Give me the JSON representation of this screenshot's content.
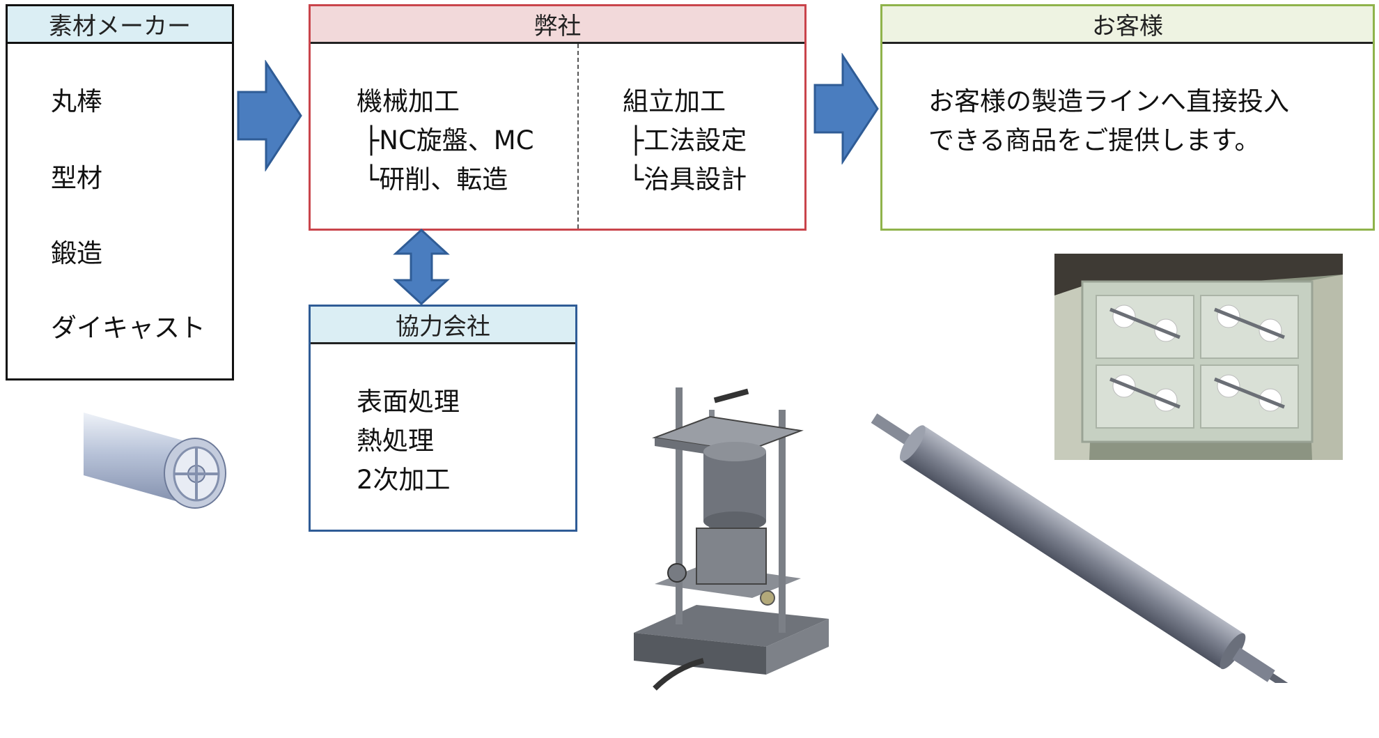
{
  "supplier": {
    "header": "素材メーカー",
    "items": [
      "丸棒",
      "型材",
      "鍛造",
      "ダイキャスト"
    ]
  },
  "company": {
    "header": "弊社",
    "machining": [
      "機械加工",
      "├NC旋盤、MC",
      "└研削、転造"
    ],
    "assembly": [
      "組立加工",
      "├工法設定",
      "└治具設計"
    ]
  },
  "customer": {
    "header": "お客様",
    "description": [
      "お客様の製造ラインへ直接投入",
      "できる商品をご提供します。"
    ]
  },
  "partner": {
    "header": "協力会社",
    "items": [
      "表面処理",
      "熱処理",
      "2次加工"
    ]
  },
  "colors": {
    "supplier_border": "#111111",
    "supplier_header": "#dbeef4",
    "company_border": "#c9444b",
    "company_header": "#f2d9da",
    "customer_border": "#8fb34b",
    "customer_header": "#eef3e2",
    "partner_border": "#2f5c96",
    "partner_header": "#dbeef4",
    "arrow_fill": "#4a7dbf",
    "arrow_stroke": "#2f5c96"
  }
}
